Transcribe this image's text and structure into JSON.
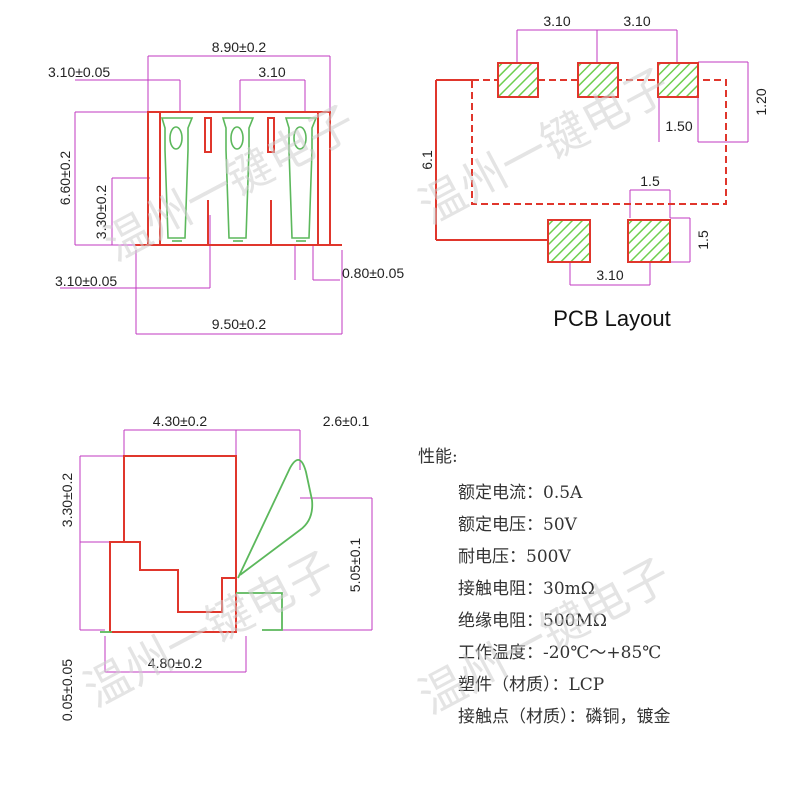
{
  "watermark": "温州一键电子",
  "top_view": {
    "dims": {
      "overall_top": "8.90±0.2",
      "left_offset": "3.10±0.05",
      "pitch_top": "3.10",
      "height_total": "6.60±0.2",
      "height_partial": "3.30±0.2",
      "pitch_bottom": "3.10±0.05",
      "pin_width": "0.80±0.05",
      "overall_bottom": "9.50±0.2"
    }
  },
  "pcb_layout": {
    "title": "PCB Layout",
    "dims": {
      "pitch_a": "3.10",
      "pitch_b": "3.10",
      "height": "6.1",
      "pad_height_top": "1.20",
      "pad_width_top": "1.50",
      "pad_width_bottom": "1.5",
      "pad_height_bottom": "1.5",
      "pitch_bottom": "3.10"
    }
  },
  "side_view": {
    "dims": {
      "top_width": "4.30±0.2",
      "spring_offset": "2.6±0.1",
      "height_left": "3.30±0.2",
      "spring_height": "5.05±0.1",
      "base_offset": "0.05±0.05",
      "bottom_width": "4.80±0.2"
    }
  },
  "specs": {
    "heading": "性能:",
    "items": [
      "额定电流：0.5A",
      "额定电压：50V",
      "耐电压：500V",
      "接触电阻：30mΩ",
      "绝缘电阻：500MΩ",
      "工作温度：-20℃～+85℃",
      "塑件（材质）：LCP",
      "接触点（材质）：磷铜，镀金"
    ]
  },
  "colors": {
    "outline": "#e0362c",
    "dimension": "#c23ac2",
    "spring": "#5cb85c",
    "pad_fill": "#6fcf4f"
  }
}
